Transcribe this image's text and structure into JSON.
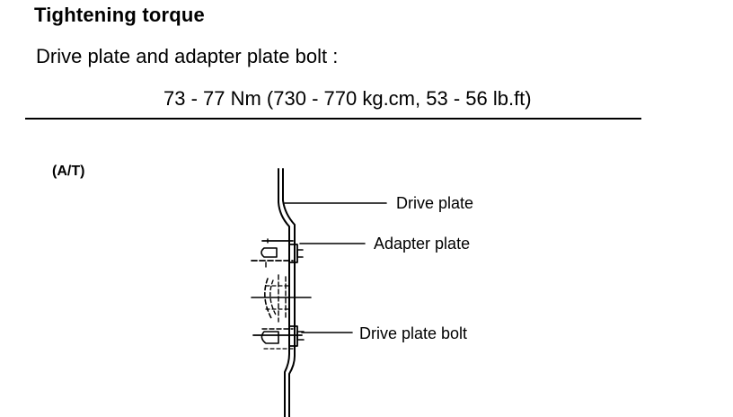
{
  "heading": "Tightening torque",
  "spec": {
    "label": "Drive plate and adapter plate bolt :",
    "value": "73 - 77 Nm (730 - 770 kg.cm, 53 - 56 lb.ft)"
  },
  "figure": {
    "variant_label": "(A/T)",
    "callouts": {
      "drive_plate": "Drive plate",
      "adapter_plate": "Adapter plate",
      "drive_plate_bolt": "Drive plate bolt"
    }
  }
}
